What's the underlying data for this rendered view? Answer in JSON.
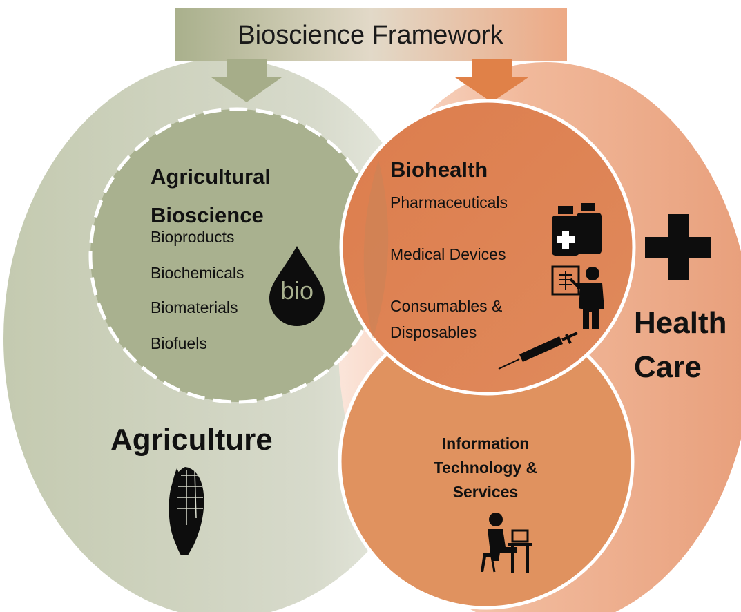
{
  "title": "Bioscience Framework",
  "agricultural_bioscience": {
    "heading_line1": "Agricultural",
    "heading_line2": "Bioscience",
    "items": [
      "Bioproducts",
      "Biochemicals",
      "Biomaterials",
      "Biofuels"
    ],
    "badge": "bio"
  },
  "biohealth": {
    "heading": "Biohealth",
    "items": [
      "Pharmaceuticals",
      "Medical Devices",
      "Consumables &",
      "Disposables"
    ]
  },
  "agriculture": {
    "label": "Agriculture"
  },
  "health_care": {
    "label_line1": "Health",
    "label_line2": "Care"
  },
  "information_technology": {
    "label_line1": "Information",
    "label_line2": "Technology &",
    "label_line3": "Services"
  },
  "colors": {
    "agriculture_green": "#a9b28e",
    "agriculture_fill": "#cfd3c0",
    "health_orange": "#e0824f",
    "health_fill": "#eeb598",
    "icon_black": "#0d0d0d"
  }
}
